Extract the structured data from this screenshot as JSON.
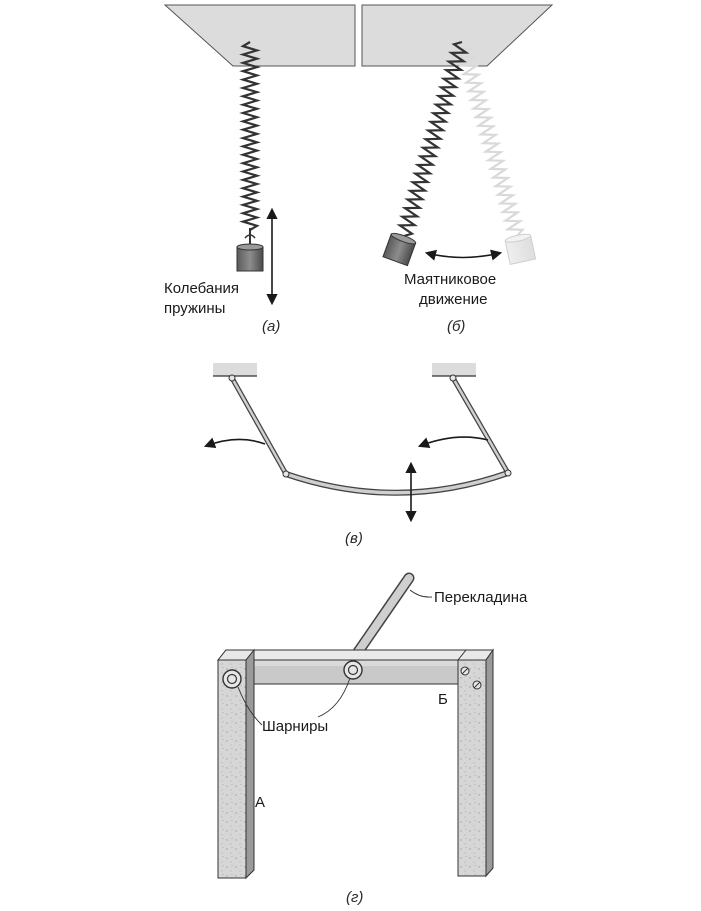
{
  "panel_a": {
    "label_line1": "Колебания",
    "label_line2": "пружины",
    "caption": "(а)"
  },
  "panel_b": {
    "label_line1": "Маятниковое",
    "label_line2": "движение",
    "caption": "(б)"
  },
  "panel_c": {
    "caption": "(в)"
  },
  "panel_d": {
    "crossbar_label": "Перекладина",
    "hinges_label": "Шарниры",
    "point_a": "А",
    "point_b": "Б",
    "caption": "(г)"
  },
  "colors": {
    "ceiling": "#dcdcdc",
    "spring_dark": "#333333",
    "spring_ghost": "#d9d9d9",
    "post_fill": "#d8d8d8",
    "bar_fill": "#c9c9c9"
  }
}
